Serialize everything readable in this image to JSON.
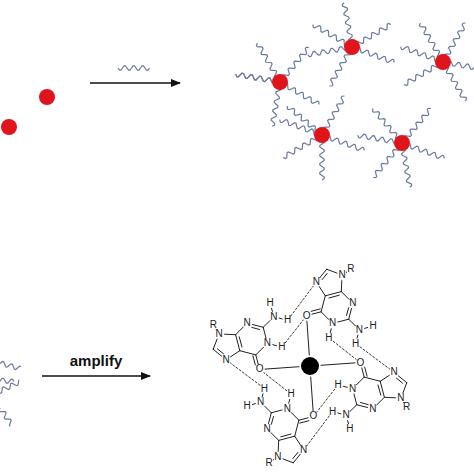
{
  "diagram": {
    "labels": [
      "amplify",
      "R",
      "N",
      "N",
      "N",
      "N",
      "H",
      "N",
      "H",
      "H",
      "O",
      "R",
      "N",
      "N",
      "N",
      "N",
      "H",
      "N",
      "H",
      "H",
      "O",
      "R",
      "N",
      "N",
      "N",
      "N",
      "H",
      "N",
      "H",
      "H",
      "O",
      "R",
      "N",
      "N",
      "N",
      "N",
      "H",
      "N",
      "H",
      "H",
      "O"
    ]
  }
}
